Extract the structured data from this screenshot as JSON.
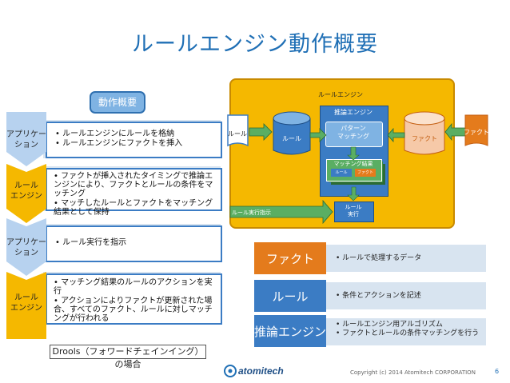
{
  "title": "ルールエンジン動作概要",
  "overview_badge": "動作概要",
  "rows": [
    {
      "label": "アプリケー\nション",
      "chevron_color": "#b7d2ef",
      "bullets": [
        "ルールエンジンにルールを格納",
        "ルールエンジンにファクトを挿入"
      ]
    },
    {
      "label": "ルール\nエンジン",
      "chevron_color": "#f5b800",
      "bullets": [
        "ファクトが挿入されたタイミングで推論エンジンにより、ファクトとルールの条件をマッチング",
        "マッチしたルールとファクトをマッチング結果として保持"
      ]
    },
    {
      "label": "アプリケー\nション",
      "chevron_color": "#b7d2ef",
      "bullets": [
        "ルール実行を指示"
      ]
    },
    {
      "label": "ルール\nエンジン",
      "chevron_color": "#f5b800",
      "bullets": [
        "マッチング結果のルールのアクションを実行",
        "アクションによりファクトが更新された場合、すべてのファクト、ルールに対しマッチングが行われる"
      ]
    }
  ],
  "drools_note": "Drools（フォワードチェインイング）の場合",
  "diagram": {
    "engine_label": "ルールエンジン",
    "inference_label": "推論エンジン",
    "rule_doc": "ルール",
    "rule_db": "ルール",
    "fact_db": "ファクト",
    "fact_doc": "ファクト",
    "pattern_matching": "パターン\nマッチング",
    "match_result": "マッチング結果",
    "match_rule": "ルール",
    "match_fact": "ファクト",
    "rule_exec_arrow": "ルール実行指示",
    "rule_exec_box": "ルール\n実行"
  },
  "legend": [
    {
      "key": "ファクト",
      "key_color": "#e47b1c",
      "text": [
        "ルールで処理するデータ"
      ]
    },
    {
      "key": "ルール",
      "key_color": "#3b7cc4",
      "text": [
        "条件とアクションを記述"
      ]
    },
    {
      "key": "推論エンジン",
      "key_color": "#3b7cc4",
      "text": [
        "ルールエンジン用アルゴリズム",
        "ファクトとルールの条件マッチングを行う"
      ]
    }
  ],
  "logo_text": "atomitech",
  "copyright": "Copyright (c) 2014 Atomitech CORPORATION",
  "page_number": "6"
}
